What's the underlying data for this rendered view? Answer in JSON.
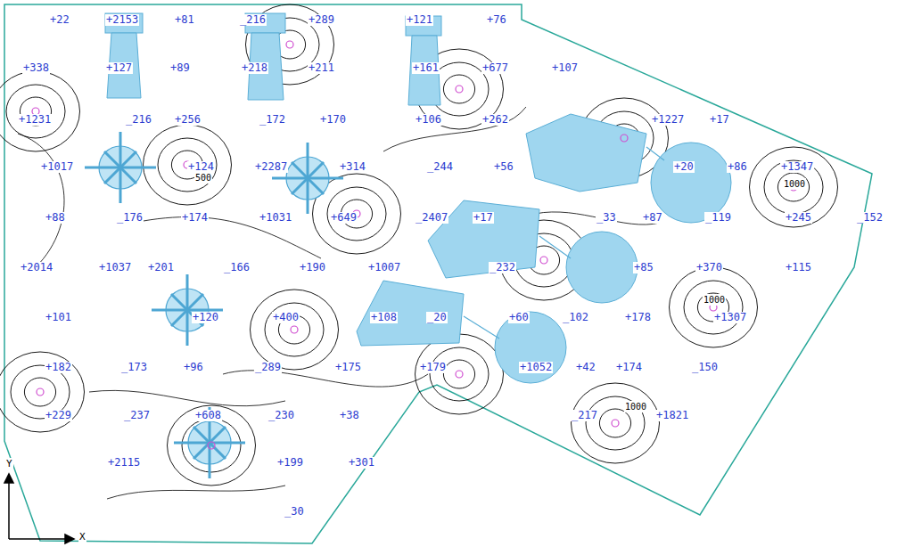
{
  "diagram": {
    "labels": [
      "+22",
      "+2153",
      "+81",
      "_216",
      "+289",
      "+121",
      "+76",
      "+338",
      "+127",
      "+89",
      "+218",
      "+211",
      "+161",
      "+677",
      "+107",
      "+1231",
      "_216",
      "+256",
      "_172",
      "+170",
      "+106",
      "+262",
      "+1227",
      "+17",
      "+1017",
      "+124",
      "+2287",
      "+314",
      "_244",
      "+56",
      "+20",
      "+86",
      "+1347",
      "+88",
      "_176",
      "+174",
      "+1031",
      "+649",
      "_2407",
      "+17",
      "_33",
      "+87",
      "_119",
      "+245",
      "_152",
      "+2014",
      "+1037",
      "+201",
      "_166",
      "+190",
      "+1007",
      "_232",
      "+85",
      "+370",
      "+115",
      "+101",
      "+120",
      "+400",
      "+108",
      "_20",
      "+60",
      "_102",
      "+178",
      "+1307",
      "+182",
      "_173",
      "+96",
      "_289",
      "+175",
      "+179",
      "+1052",
      "+42",
      "+174",
      "_150",
      "+229",
      "_237",
      "+608",
      "_230",
      "+38",
      "_217",
      "+1821",
      "+2115",
      "+199",
      "+301",
      "_30",
      "1000",
      "1000",
      "1000",
      "500",
      "Y",
      "X"
    ]
  }
}
